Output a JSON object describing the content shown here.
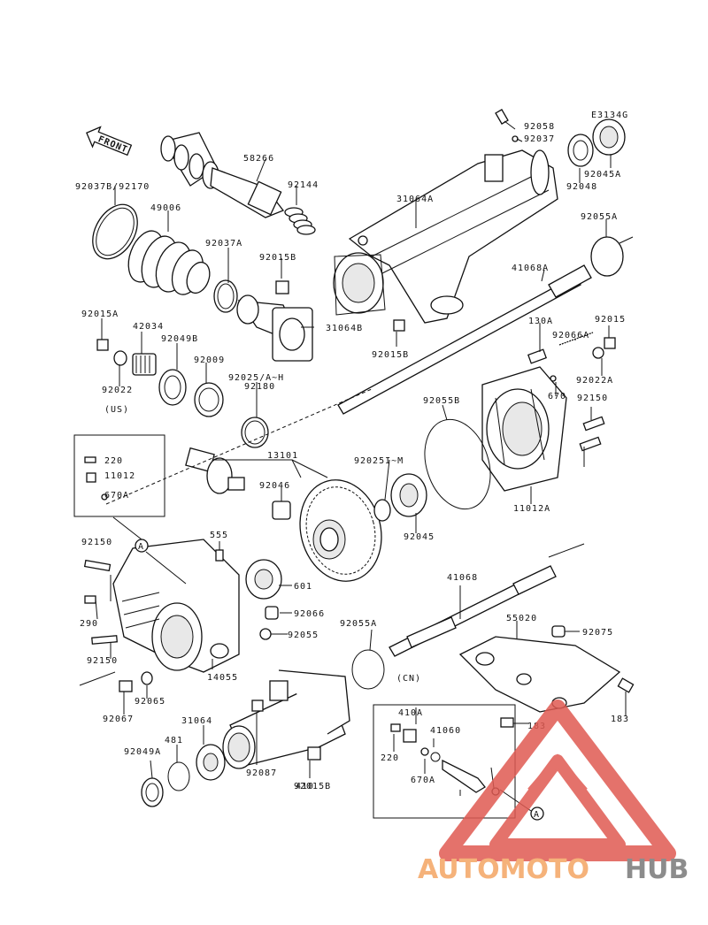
{
  "diagram_code": "E3134G",
  "front_label": "FRONT",
  "region_labels": {
    "us": "(US)",
    "cn": "(CN)"
  },
  "reference_marker": "A",
  "parts": [
    "58266",
    "92144",
    "92037B/92170",
    "49006",
    "92037A",
    "92015B",
    "92058",
    "92037",
    "92048",
    "92045A",
    "31064A",
    "92055A",
    "41068A",
    "92015A",
    "42034",
    "92049B",
    "92009",
    "31064B",
    "92022",
    "92025/A~H",
    "92180",
    "130A",
    "92015",
    "92066A",
    "92022A",
    "670",
    "92150",
    "92055B",
    "220",
    "11012",
    "670A",
    "13101",
    "92046",
    "92025I~M",
    "92045",
    "11012A",
    "555",
    "601",
    "92066",
    "92055",
    "290",
    "14055",
    "92067",
    "92065",
    "41068",
    "55020",
    "92075",
    "183",
    "92049A",
    "481",
    "31064",
    "92087",
    "410",
    "410A",
    "41060"
  ],
  "watermark": {
    "part1": "AUTOMOTO",
    "part2": "HUB",
    "color1": "#f5b27a",
    "color2": "#8c8c8c",
    "triangle_color": "#e05a52"
  }
}
